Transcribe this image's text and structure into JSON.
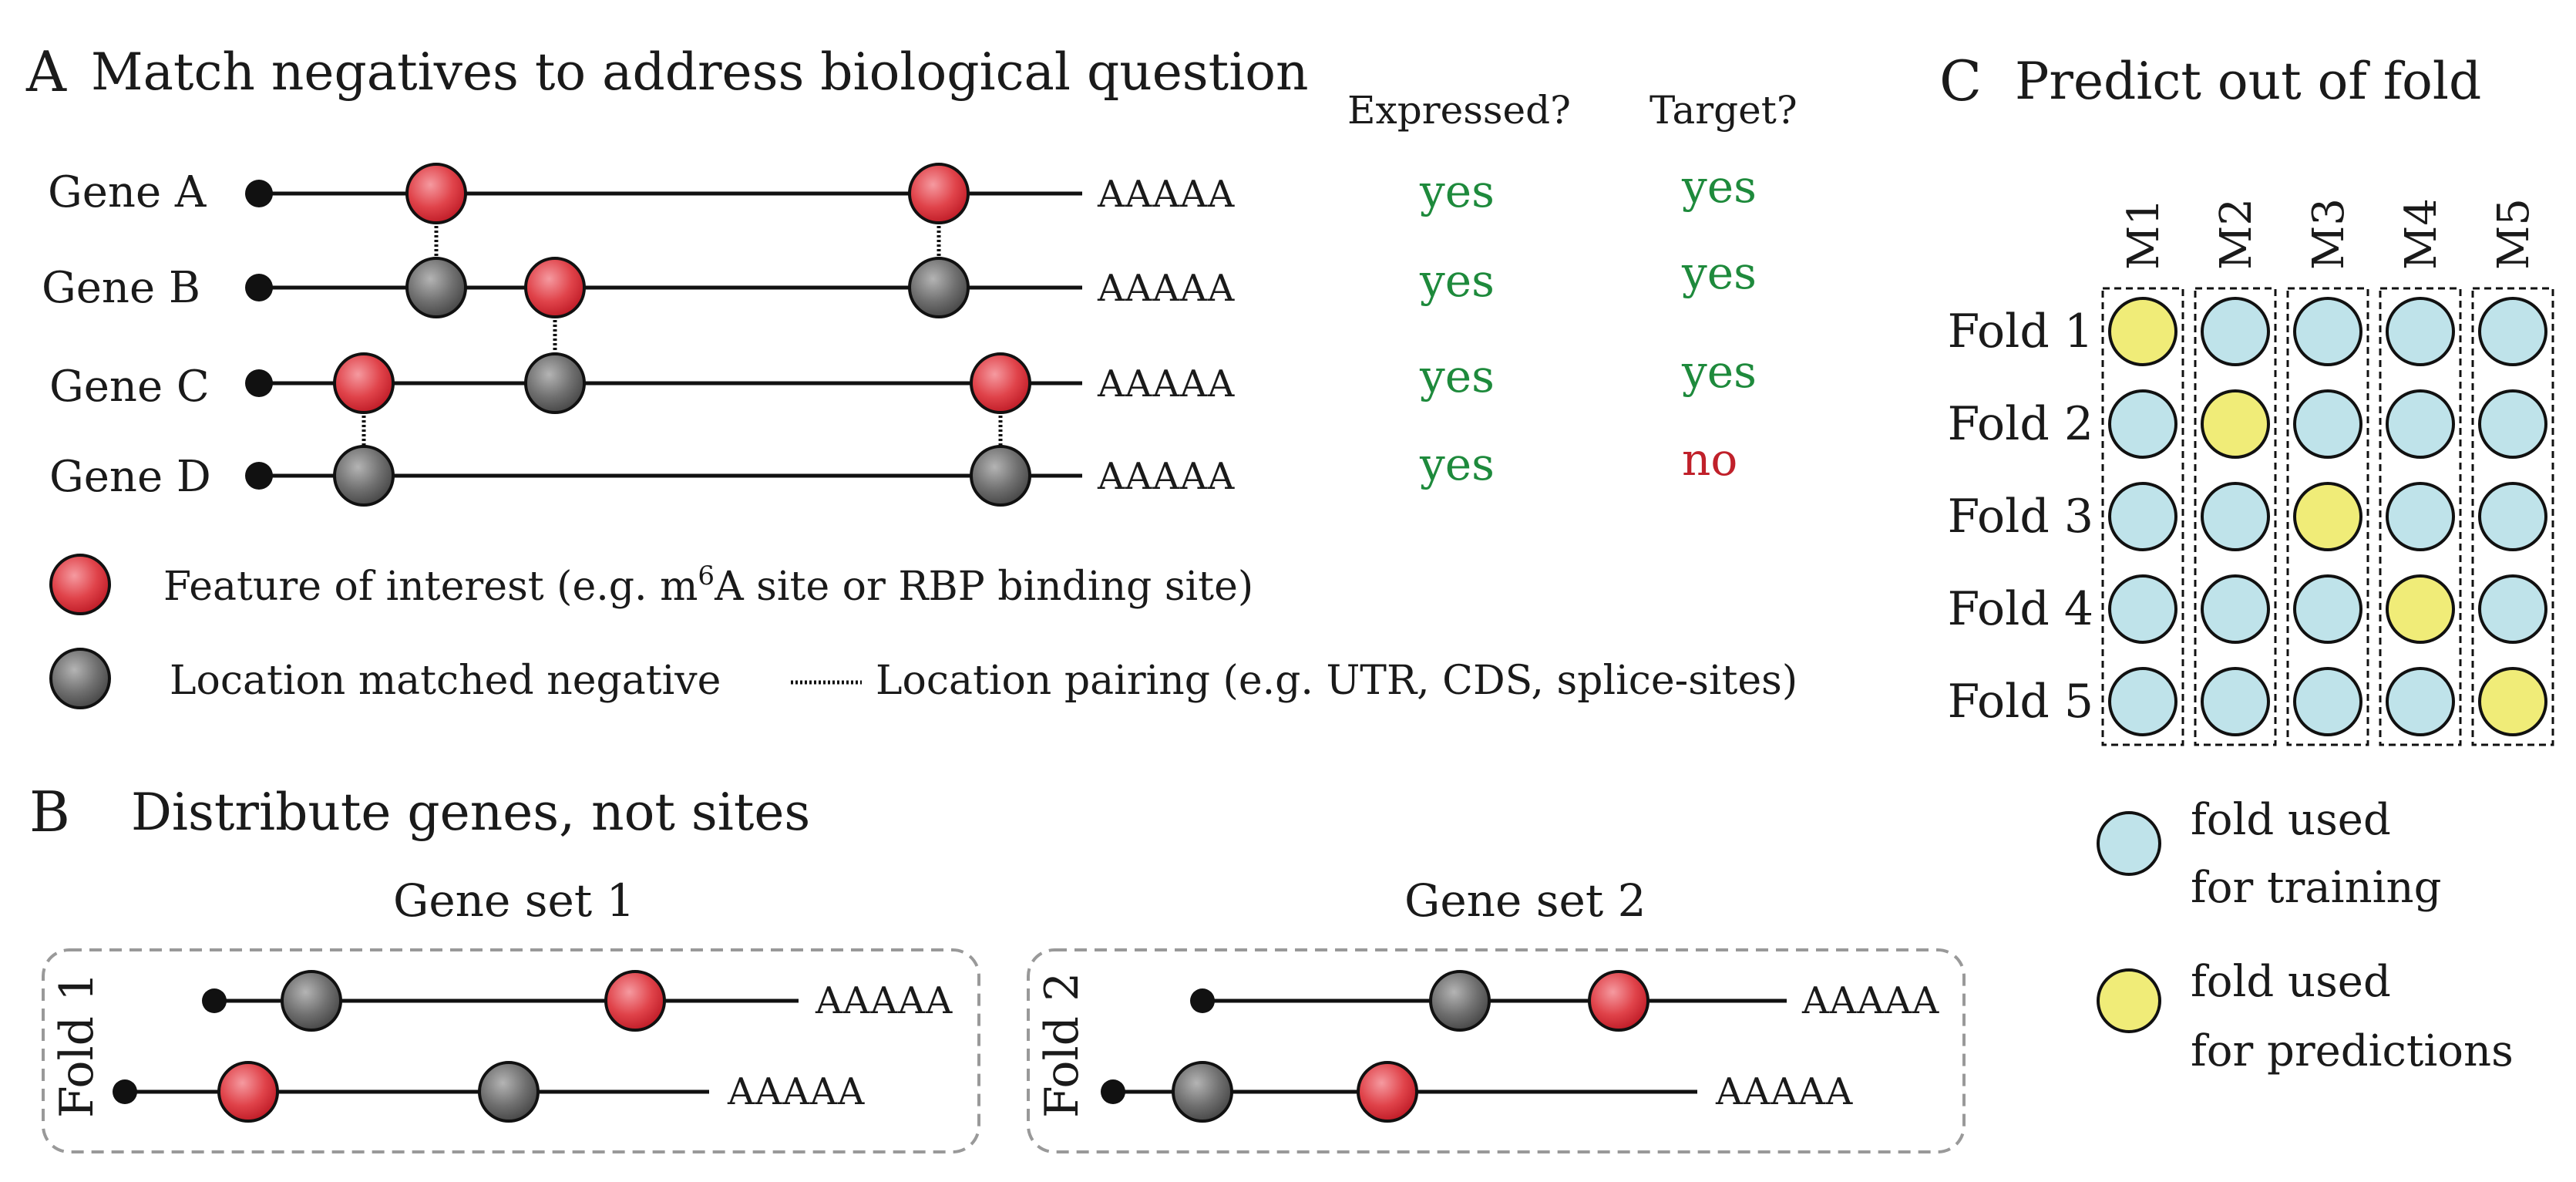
{
  "panel_a": {
    "letter": "A",
    "title": "Match negatives to address biological question",
    "col_expressed": "Expressed?",
    "col_target": "Target?",
    "genes": [
      {
        "name": "Gene A",
        "polya": "AAAAA",
        "expressed": "yes",
        "target": "yes"
      },
      {
        "name": "Gene B",
        "polya": "AAAAA",
        "expressed": "yes",
        "target": "yes"
      },
      {
        "name": "Gene C",
        "polya": "AAAAA",
        "expressed": "yes",
        "target": "yes"
      },
      {
        "name": "Gene D",
        "polya": "AAAAA",
        "expressed": "yes",
        "target": "no"
      }
    ],
    "legend": {
      "feature_pre": "Feature of interest (e.g. m",
      "feature_sup": "6",
      "feature_post": "A site or RBP binding site)",
      "negative": "Location matched negative",
      "pairing": "Location pairing (e.g. UTR, CDS, splice-sites)"
    }
  },
  "panel_b": {
    "letter": "B",
    "title": "Distribute genes, not sites",
    "sets": [
      {
        "title": "Gene set 1",
        "fold": "Fold 1",
        "polya": [
          "AAAAA",
          "AAAAA"
        ]
      },
      {
        "title": "Gene set 2",
        "fold": "Fold 2",
        "polya": [
          "AAAAA",
          "AAAAA"
        ]
      }
    ]
  },
  "panel_c": {
    "letter": "C",
    "title": "Predict out of fold",
    "models": [
      "M1",
      "M2",
      "M3",
      "M4",
      "M5"
    ],
    "folds": [
      "Fold 1",
      "Fold 2",
      "Fold 3",
      "Fold 4",
      "Fold 5"
    ],
    "prediction_fold_for_model": [
      1,
      2,
      3,
      4,
      5
    ],
    "legend": {
      "training_line1": "fold used",
      "training_line2": "for training",
      "prediction_line1": "fold used",
      "prediction_line2": "for predictions"
    }
  },
  "colors": {
    "feature": "#e0434a",
    "negative": "#707070",
    "training": "#bfe3ea",
    "prediction": "#f0ec78",
    "yes": "#1e8a3c",
    "no": "#c0202a"
  }
}
